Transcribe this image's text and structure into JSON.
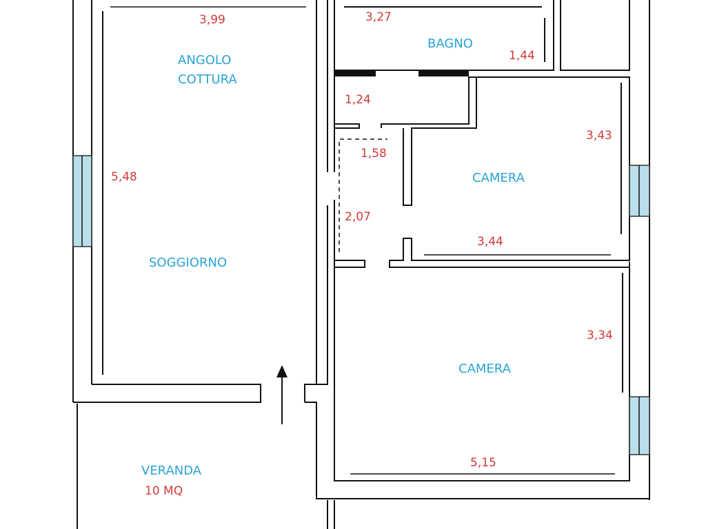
{
  "rooms": {
    "angolo_cottura": {
      "line1": "ANGOLO",
      "line2": "COTTURA"
    },
    "bagno": {
      "label": "BAGNO"
    },
    "camera_top": {
      "label": "CAMERA"
    },
    "camera_bottom": {
      "label": "CAMERA"
    },
    "soggiorno": {
      "label": "SOGGIORNO"
    },
    "veranda": {
      "label": "VERANDA",
      "area": "10 MQ"
    }
  },
  "dimensions": {
    "soggiorno_width": "3,99",
    "soggiorno_depth": "5,48",
    "bagno_width": "3,27",
    "bagno_depth": "1,44",
    "disimpegno_depth": "1,24",
    "corridor_width": "1,58",
    "corridor_depth": "2,07",
    "camera_top_depth": "3,43",
    "camera_top_width": "3,44",
    "camera_bottom_depth": "3,34",
    "camera_bottom_width": "5,15"
  },
  "colors": {
    "room_label": "#2aa3d6",
    "dimension_label": "#d03a3a",
    "window_fill": "#b9dfea",
    "wall": "#111111"
  },
  "icons": {
    "entrance": "entrance-arrow-icon"
  }
}
